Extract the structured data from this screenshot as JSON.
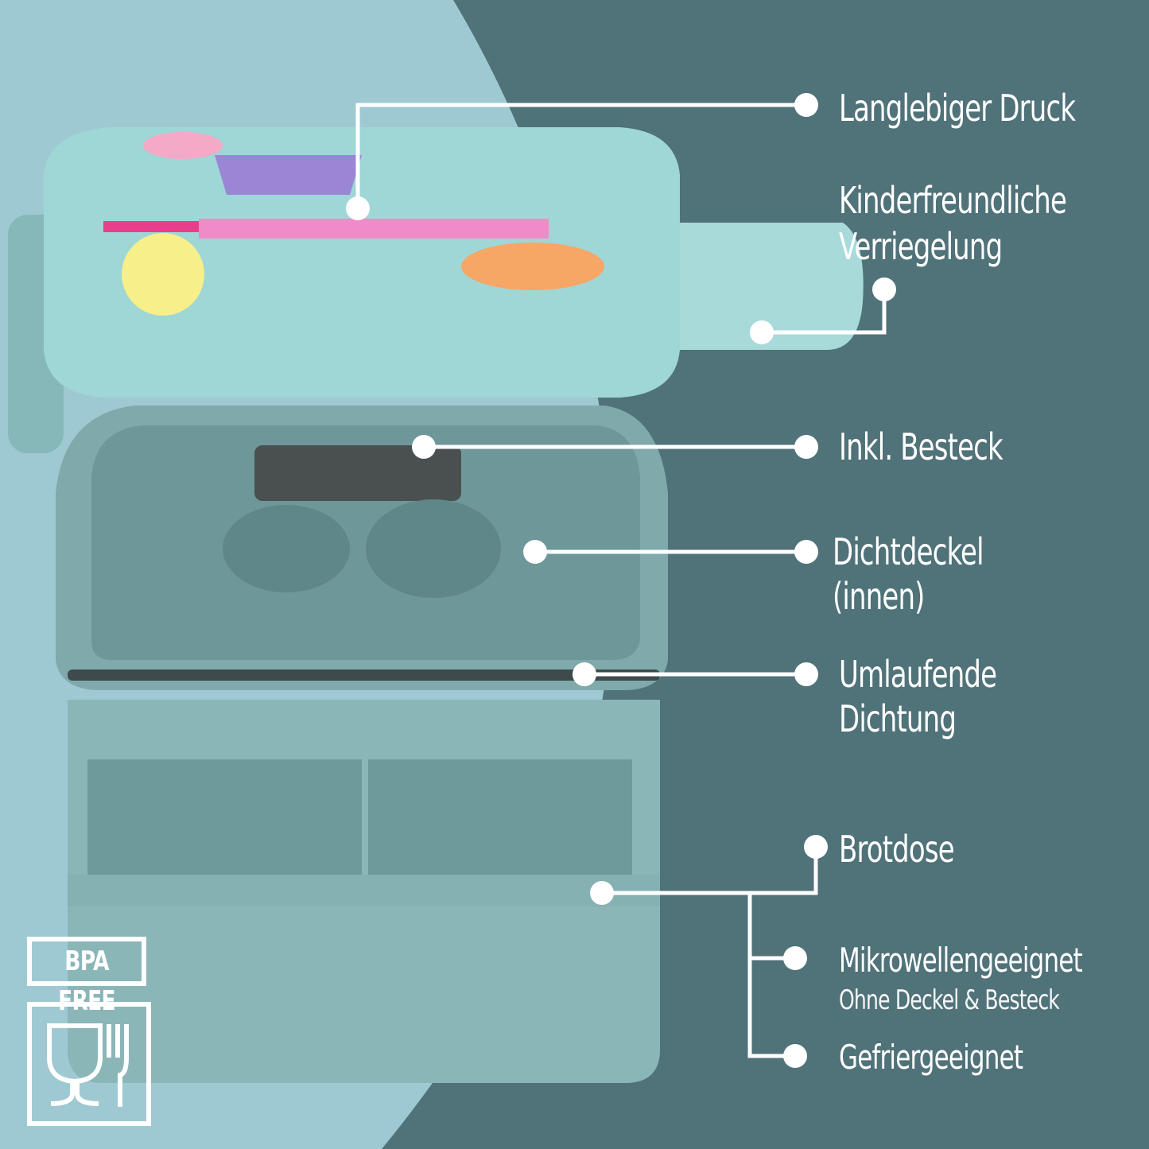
{
  "callouts": {
    "print": "Langlebiger Druck",
    "lock_line1": "Kinderfreundliche",
    "lock_line2": "Verriegelung",
    "cutlery": "Inkl. Besteck",
    "lid_line1": "Dichtdeckel",
    "lid_line2": "(innen)",
    "seal_line1": "Umlaufende",
    "seal_line2": "Dichtung",
    "box": "Brotdose",
    "microwave": "Mikrowellengeeignet",
    "microwave_note": "Ohne Deckel & Besteck",
    "freezer": "Gefriergeeignet"
  },
  "badges": {
    "bpa": "BPA FREE",
    "food_safe_icon": "glass-fork-icon"
  },
  "colors": {
    "bg_light": "#9fc9d2",
    "bg_dark": "#507279",
    "product": "#8fc0c2",
    "lid": "#9fd6d6"
  }
}
